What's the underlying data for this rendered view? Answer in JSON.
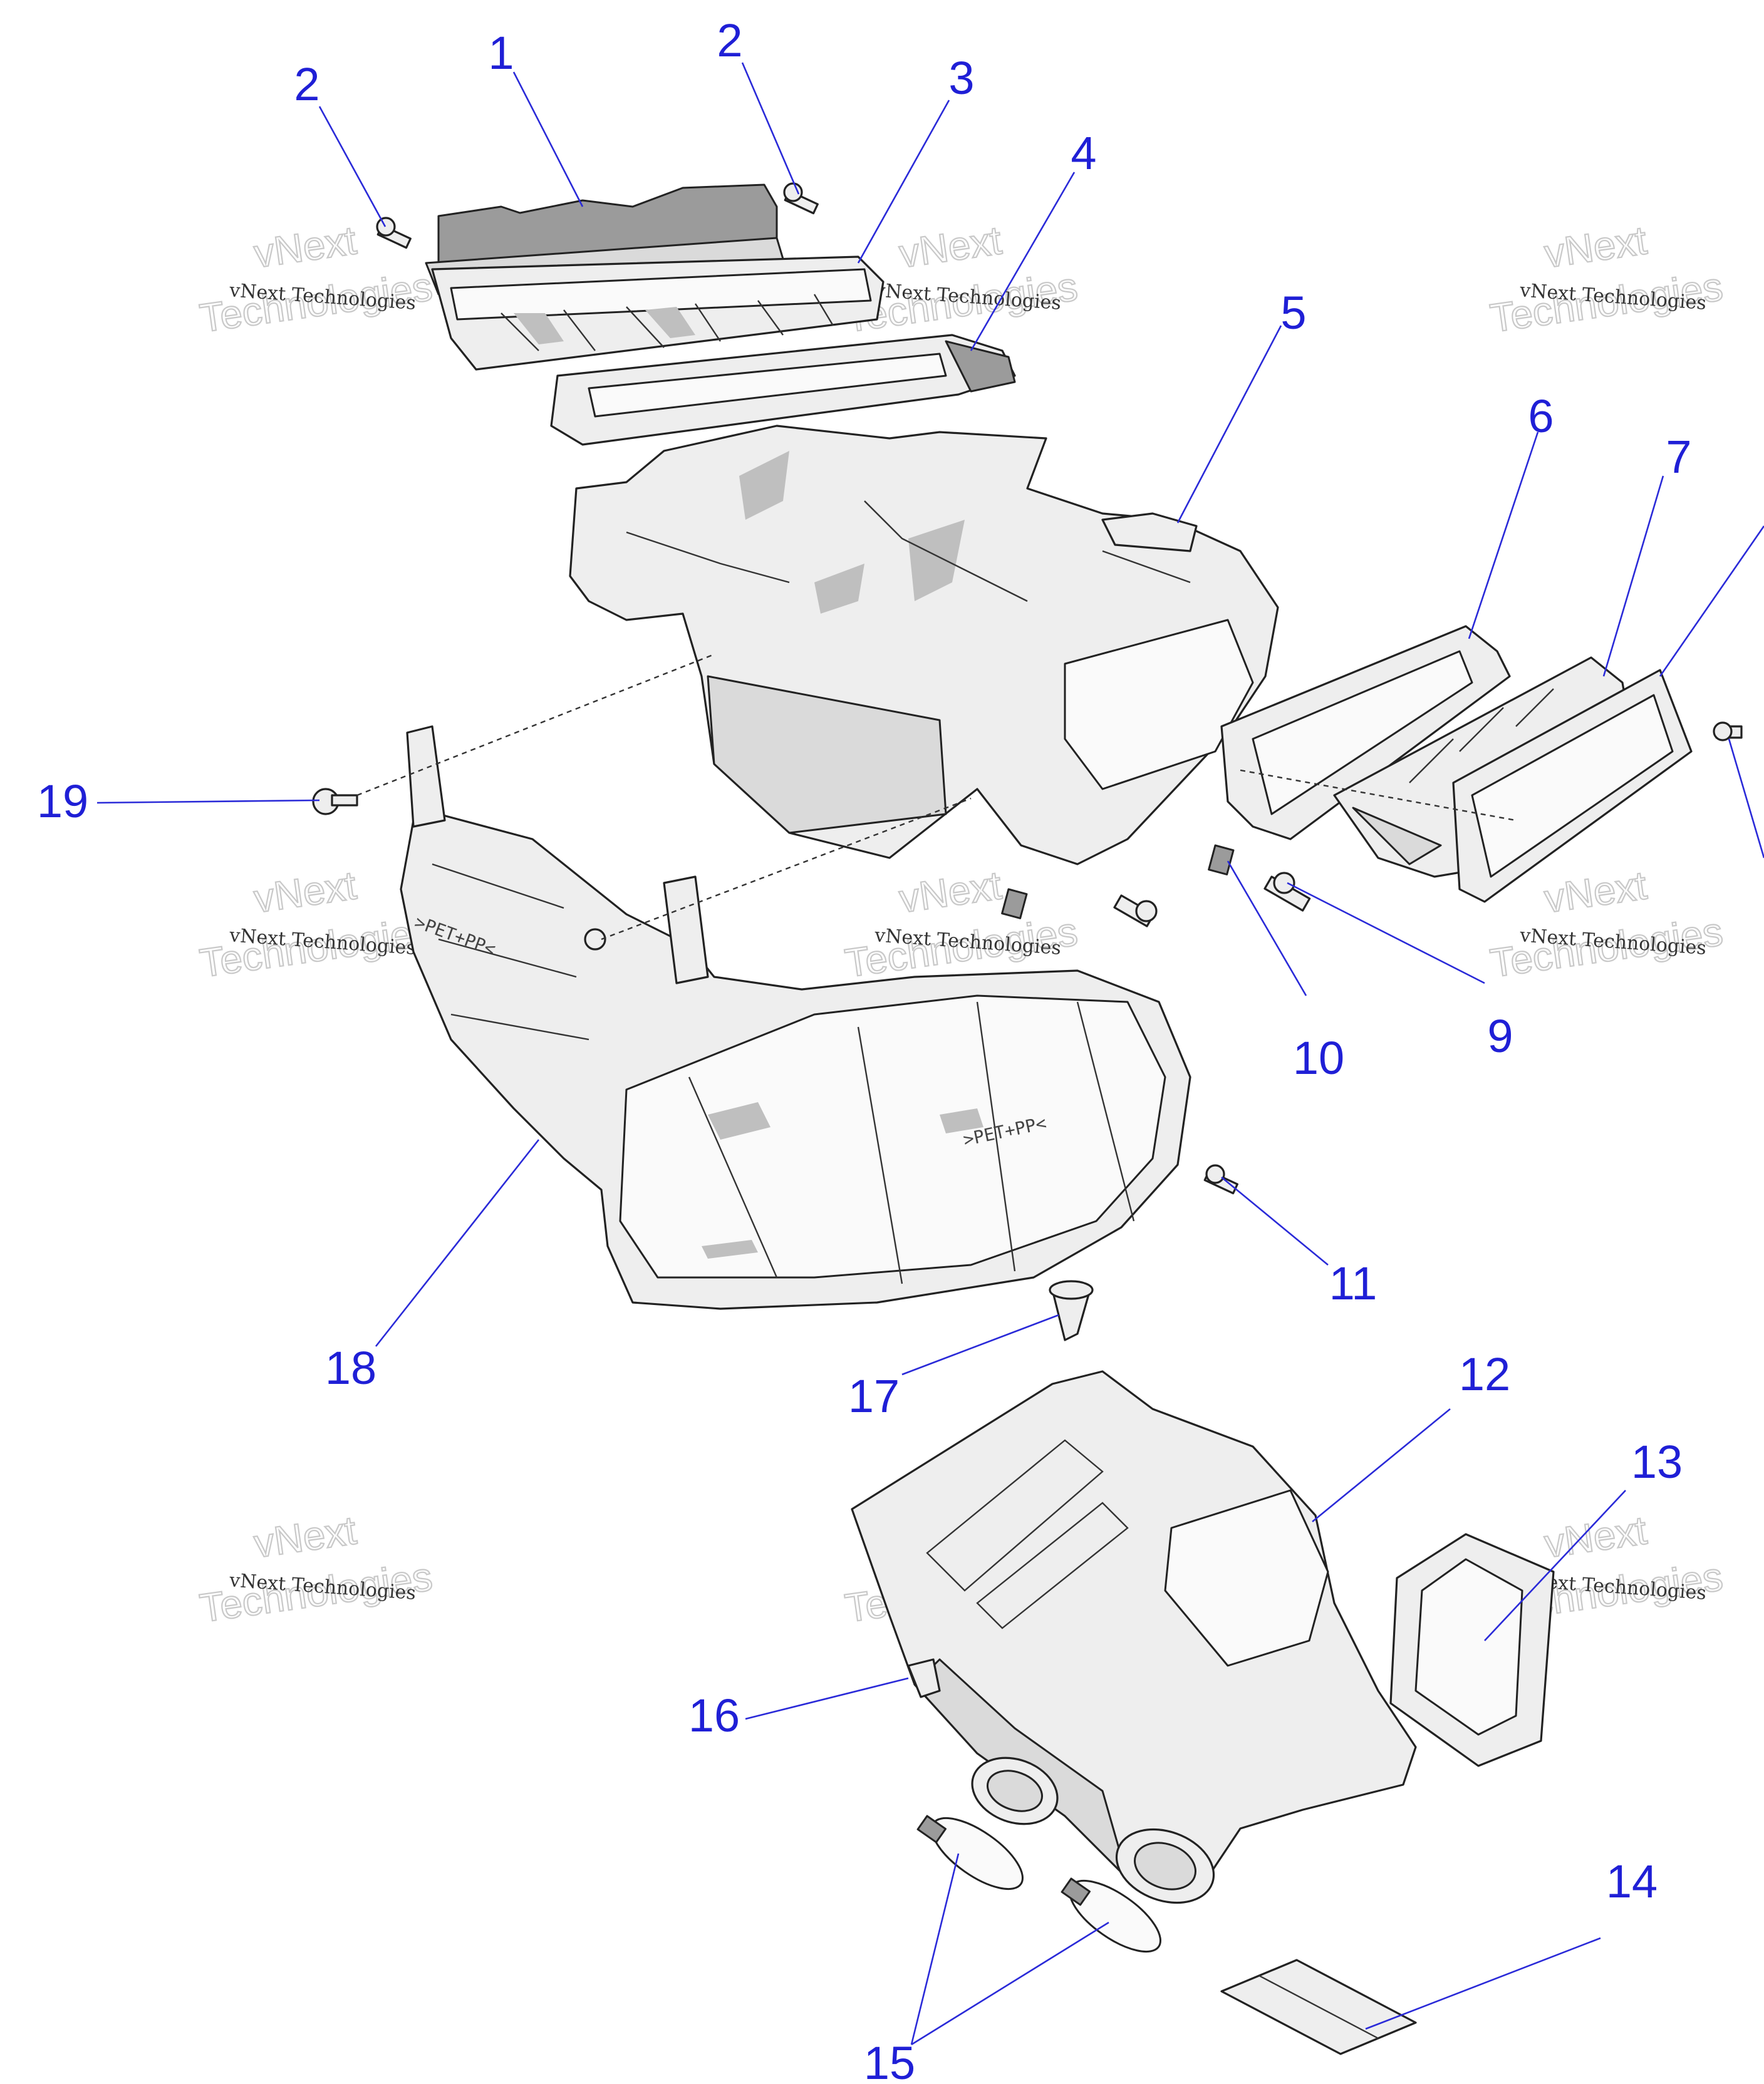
{
  "callouts": [
    {
      "id": "c1",
      "label": "1"
    },
    {
      "id": "c2a",
      "label": "2"
    },
    {
      "id": "c2b",
      "label": "2"
    },
    {
      "id": "c3",
      "label": "3"
    },
    {
      "id": "c4",
      "label": "4"
    },
    {
      "id": "c5",
      "label": "5"
    },
    {
      "id": "c6",
      "label": "6"
    },
    {
      "id": "c7",
      "label": "7"
    },
    {
      "id": "c9",
      "label": "9"
    },
    {
      "id": "c10",
      "label": "10"
    },
    {
      "id": "c11",
      "label": "11"
    },
    {
      "id": "c12",
      "label": "12"
    },
    {
      "id": "c13",
      "label": "13"
    },
    {
      "id": "c14",
      "label": "14"
    },
    {
      "id": "c15",
      "label": "15"
    },
    {
      "id": "c16",
      "label": "16"
    },
    {
      "id": "c17",
      "label": "17"
    },
    {
      "id": "c18",
      "label": "18"
    },
    {
      "id": "c19",
      "label": "19"
    }
  ],
  "watermark": {
    "small_text": "vNext Technologies",
    "big_line1": "vNext",
    "big_line2": "Technologies"
  },
  "part_markings": {
    "material_code_18a": ">PET+PP<",
    "material_code_18b": ">PET+PP<"
  },
  "colors": {
    "callout_text": "#1f1fd6",
    "leader_line": "#2a2ad8",
    "part_fill": "#eeeeee",
    "part_outline": "#222222"
  }
}
